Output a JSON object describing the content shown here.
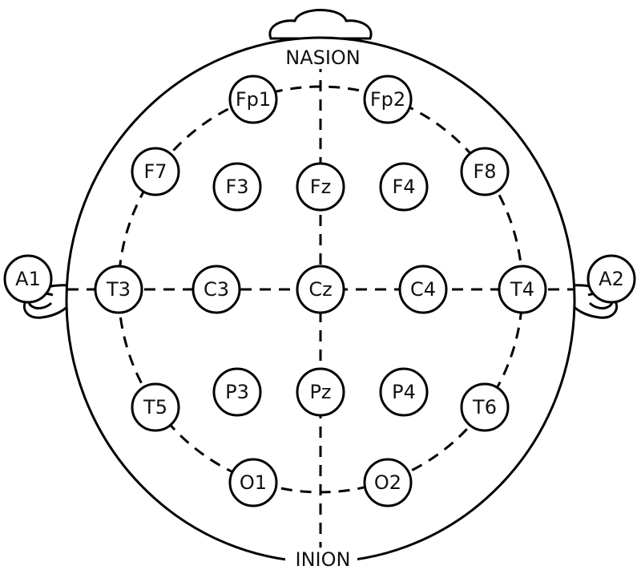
{
  "landmarks": {
    "nasion": "NASION",
    "inion": "INION"
  },
  "electrodes": {
    "a1": "A1",
    "a2": "A2",
    "fp1": "Fp1",
    "fp2": "Fp2",
    "f7": "F7",
    "f3": "F3",
    "fz": "Fz",
    "f4": "F4",
    "f8": "F8",
    "t3": "T3",
    "c3": "C3",
    "cz": "Cz",
    "c4": "C4",
    "t4": "T4",
    "t5": "T5",
    "p3": "P3",
    "pz": "Pz",
    "p4": "P4",
    "t6": "T6",
    "o1": "O1",
    "o2": "O2"
  }
}
